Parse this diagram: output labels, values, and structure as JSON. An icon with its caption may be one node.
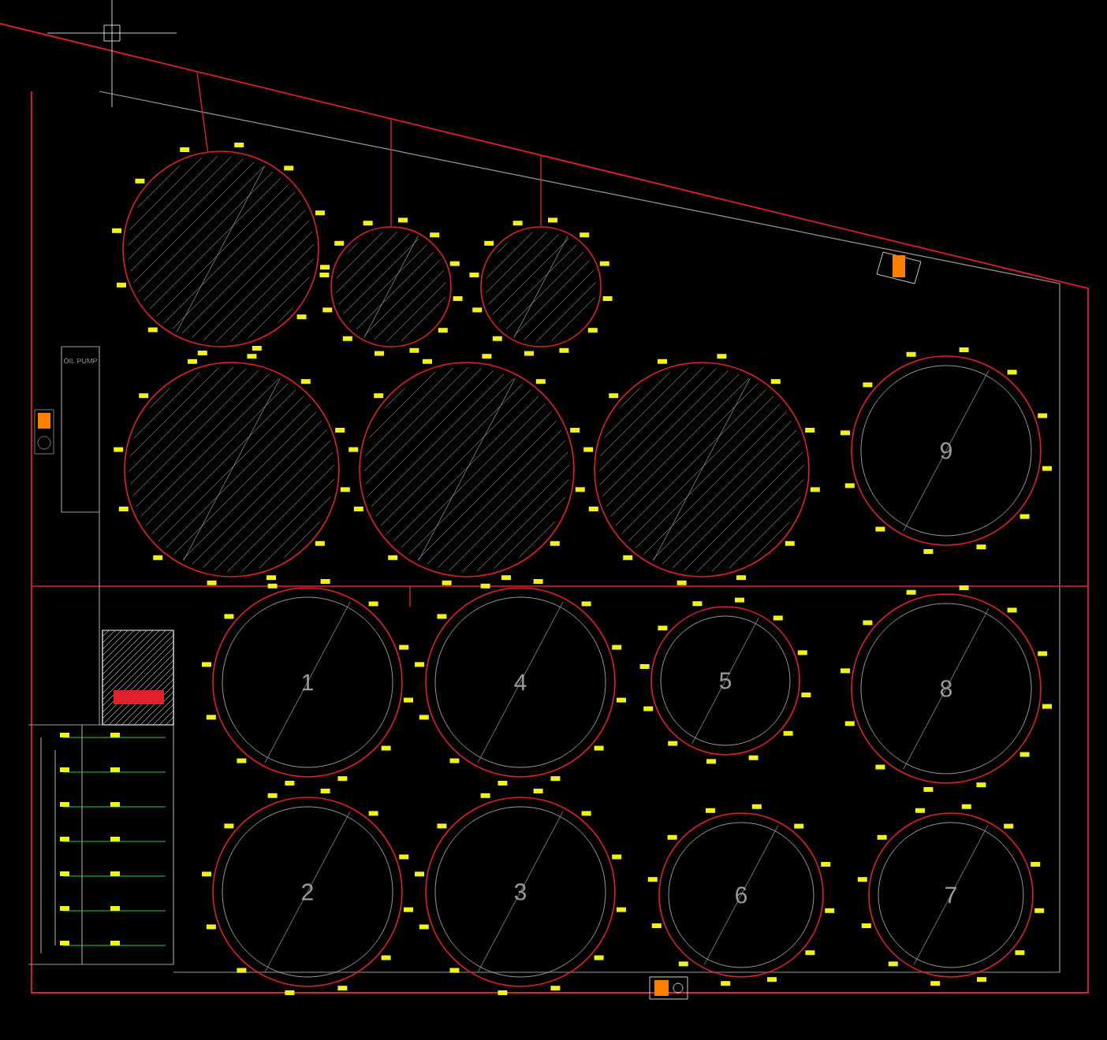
{
  "diagram": {
    "nodes": [
      {
        "text": [],
        "shape": "circle"
      },
      {
        "text": [],
        "shape": "circle"
      },
      {
        "text": [],
        "shape": "circle"
      },
      {
        "text": [],
        "shape": "circle"
      },
      {
        "text": [],
        "shape": "circle"
      },
      {
        "text": [],
        "shape": "circle"
      },
      {
        "text": [
          "9"
        ]
      },
      {
        "text": [
          "1"
        ]
      },
      {
        "text": [
          "4"
        ]
      },
      {
        "text": [
          "5"
        ]
      },
      {
        "text": [
          "8"
        ]
      },
      {
        "text": [
          "2"
        ]
      },
      {
        "text": [
          "3"
        ]
      },
      {
        "text": [
          "6"
        ]
      },
      {
        "text": [
          "7"
        ]
      }
    ],
    "edges": [
      {
        "from": null,
        "to": 0,
        "arrow": "none"
      },
      {
        "from": null,
        "to": 1,
        "arrow": "none"
      },
      {
        "from": null,
        "to": 2,
        "arrow": "none"
      }
    ],
    "labels": [
      "OIL PUMP"
    ]
  }
}
